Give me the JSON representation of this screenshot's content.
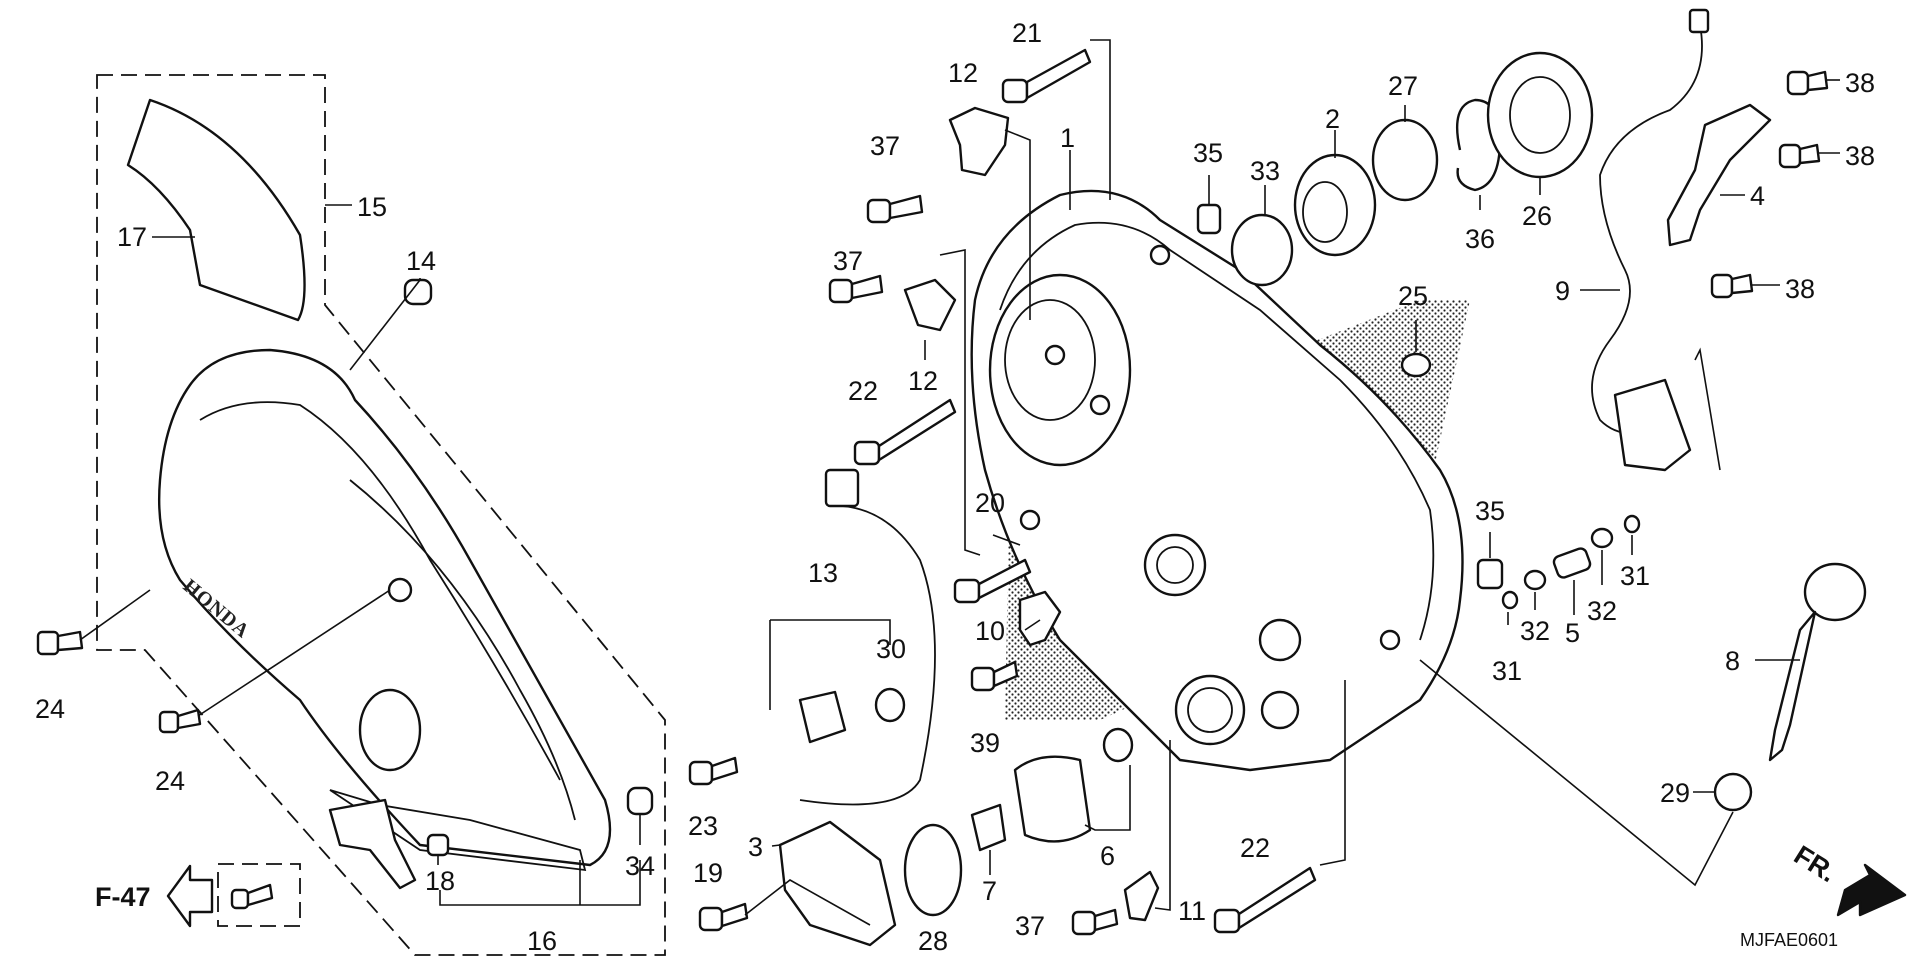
{
  "diagram": {
    "code": "MJFAE0601",
    "reference": "F-47",
    "front_mark": "FR.",
    "emblem": "HONDA",
    "callouts": [
      {
        "id": "c1",
        "text": "1"
      },
      {
        "id": "c2",
        "text": "2"
      },
      {
        "id": "c3",
        "text": "3"
      },
      {
        "id": "c4",
        "text": "4"
      },
      {
        "id": "c5",
        "text": "5"
      },
      {
        "id": "c6",
        "text": "6"
      },
      {
        "id": "c7",
        "text": "7"
      },
      {
        "id": "c8",
        "text": "8"
      },
      {
        "id": "c9",
        "text": "9"
      },
      {
        "id": "c10",
        "text": "10"
      },
      {
        "id": "c11",
        "text": "11"
      },
      {
        "id": "c12a",
        "text": "12"
      },
      {
        "id": "c12b",
        "text": "12"
      },
      {
        "id": "c13",
        "text": "13"
      },
      {
        "id": "c14",
        "text": "14"
      },
      {
        "id": "c15",
        "text": "15"
      },
      {
        "id": "c16",
        "text": "16"
      },
      {
        "id": "c17",
        "text": "17"
      },
      {
        "id": "c18",
        "text": "18"
      },
      {
        "id": "c19",
        "text": "19"
      },
      {
        "id": "c20",
        "text": "20"
      },
      {
        "id": "c21",
        "text": "21"
      },
      {
        "id": "c22a",
        "text": "22"
      },
      {
        "id": "c22b",
        "text": "22"
      },
      {
        "id": "c23",
        "text": "23"
      },
      {
        "id": "c24a",
        "text": "24"
      },
      {
        "id": "c24b",
        "text": "24"
      },
      {
        "id": "c25",
        "text": "25"
      },
      {
        "id": "c26",
        "text": "26"
      },
      {
        "id": "c27",
        "text": "27"
      },
      {
        "id": "c28",
        "text": "28"
      },
      {
        "id": "c29",
        "text": "29"
      },
      {
        "id": "c30",
        "text": "30"
      },
      {
        "id": "c31a",
        "text": "31"
      },
      {
        "id": "c31b",
        "text": "31"
      },
      {
        "id": "c32a",
        "text": "32"
      },
      {
        "id": "c32b",
        "text": "32"
      },
      {
        "id": "c33",
        "text": "33"
      },
      {
        "id": "c34",
        "text": "34"
      },
      {
        "id": "c35a",
        "text": "35"
      },
      {
        "id": "c35b",
        "text": "35"
      },
      {
        "id": "c36",
        "text": "36"
      },
      {
        "id": "c37a",
        "text": "37"
      },
      {
        "id": "c37b",
        "text": "37"
      },
      {
        "id": "c37c",
        "text": "37"
      },
      {
        "id": "c38a",
        "text": "38"
      },
      {
        "id": "c38b",
        "text": "38"
      },
      {
        "id": "c38c",
        "text": "38"
      },
      {
        "id": "c39",
        "text": "39"
      }
    ]
  }
}
